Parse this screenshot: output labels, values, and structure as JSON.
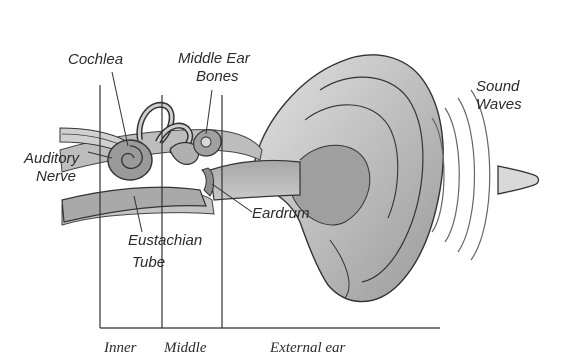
{
  "labels": {
    "cochlea": "Cochlea",
    "middle_ear_bones_1": "Middle Ear",
    "middle_ear_bones_2": "Bones",
    "sound_waves_1": "Sound",
    "sound_waves_2": "Waves",
    "auditory_nerve_1": "Auditory",
    "auditory_nerve_2": "Nerve",
    "eardrum": "Eardrum",
    "eustachian_tube_1": "Eustachian",
    "eustachian_tube_2": "Tube"
  },
  "sections": {
    "inner": "Inner",
    "middle": "Middle",
    "external": "External ear"
  },
  "colors": {
    "ink": "#333333",
    "tissue_dark": "#8d8d8d",
    "tissue_mid": "#b3b3b3",
    "tissue_light": "#d6d6d6"
  }
}
